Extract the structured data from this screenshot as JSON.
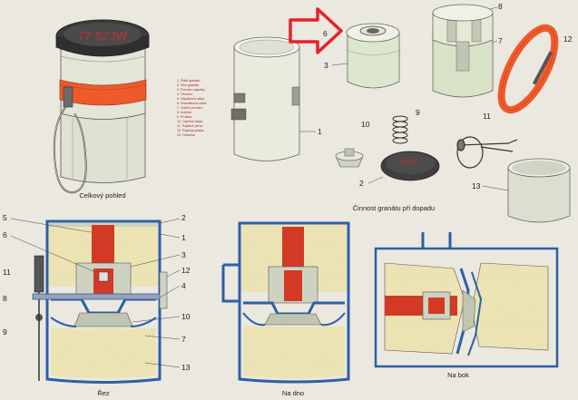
{
  "captions": {
    "overview": "Celkový pohled",
    "function": "Činnost granátu při dopadu",
    "section": "Řez",
    "bottom": "Na dno",
    "side": "Na bok"
  },
  "cap_marking": "77 SZJW",
  "legend": [
    "1. Plášť granátu",
    "2. Víko granátu",
    "3. Pouzdro zápalky",
    "4. Těsnění",
    "5. Zápalková nálož",
    "6. Roznětková nálož",
    "7. Vnitřní pouzdro",
    "8. Kulička",
    "9. Pružina",
    "10. Opěrná miska",
    "11. Pojistné pérko",
    "12. Pojistná páska",
    "13. Trhavina"
  ],
  "callouts": {
    "top_1": "1",
    "top_2": "2",
    "top_3": "3",
    "top_6": "6",
    "top_7": "7",
    "top_8": "8",
    "top_9": "9",
    "top_10": "10",
    "top_11": "11",
    "top_12": "12",
    "top_13": "13",
    "sec_1": "1",
    "sec_2": "2",
    "sec_3": "3",
    "sec_4": "4",
    "sec_5": "5",
    "sec_6": "6",
    "sec_7": "7",
    "sec_8": "8",
    "sec_9": "9",
    "sec_10": "10",
    "sec_11": "11",
    "sec_12": "12",
    "sec_13": "13"
  },
  "colors": {
    "red": "#d23a26",
    "orange": "#ef5a2a",
    "blue": "#2d5fa8",
    "cream": "#efe6b8",
    "grey": "#cdd2c2",
    "arrow": "#e8202a"
  }
}
